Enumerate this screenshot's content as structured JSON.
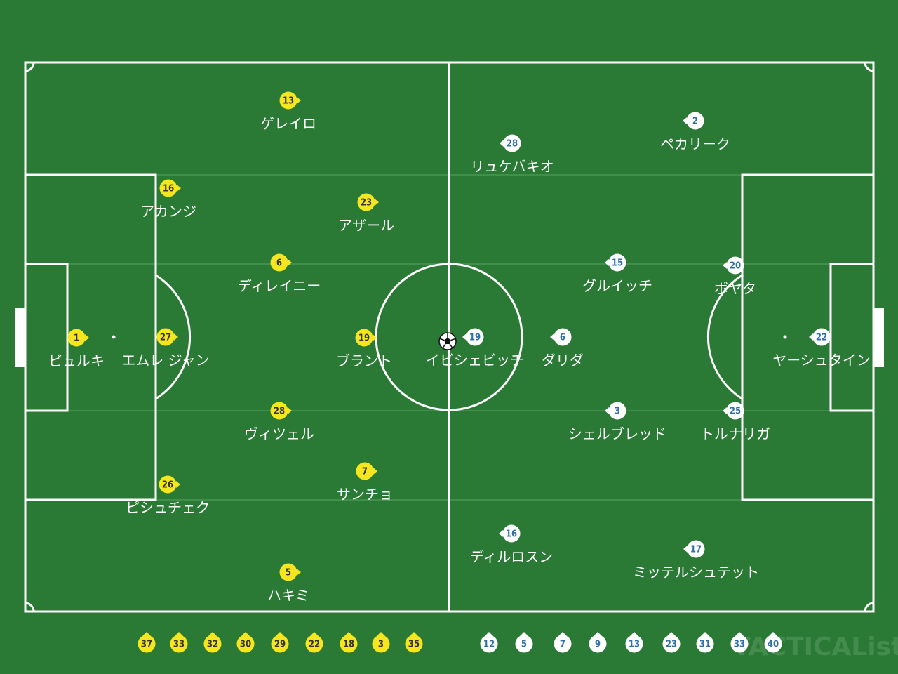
{
  "colors": {
    "pitch": "#2a7a36",
    "lines": "#ffffff",
    "home": "#f5e61e",
    "away": "#ffffff",
    "away_number": "#2f6fa8"
  },
  "home_team": {
    "color": "yellow",
    "facing": "right",
    "players": [
      {
        "number": "13",
        "name": "ゲレイロ"
      },
      {
        "number": "16",
        "name": "アカンジ"
      },
      {
        "number": "23",
        "name": "アザール"
      },
      {
        "number": "6",
        "name": "ディレイニー"
      },
      {
        "number": "1",
        "name": "ビュルキ"
      },
      {
        "number": "27",
        "name": "エムレ ジャン"
      },
      {
        "number": "19",
        "name": "ブラント"
      },
      {
        "number": "28",
        "name": "ヴィツェル"
      },
      {
        "number": "7",
        "name": "サンチョ"
      },
      {
        "number": "26",
        "name": "ピシュチェク"
      },
      {
        "number": "5",
        "name": "ハキミ"
      }
    ],
    "substitutes": [
      "37",
      "33",
      "32",
      "30",
      "29",
      "22",
      "18",
      "3",
      "35"
    ]
  },
  "away_team": {
    "color": "white",
    "facing": "left",
    "players": [
      {
        "number": "2",
        "name": "ペカリーク"
      },
      {
        "number": "28",
        "name": "リュケバキオ"
      },
      {
        "number": "15",
        "name": "グルイッチ"
      },
      {
        "number": "20",
        "name": "ボヤタ"
      },
      {
        "number": "19",
        "name": "イビシェビッチ"
      },
      {
        "number": "6",
        "name": "ダリダ"
      },
      {
        "number": "22",
        "name": "ヤーシュタイン"
      },
      {
        "number": "3",
        "name": "シェルブレッド"
      },
      {
        "number": "25",
        "name": "トルナリガ"
      },
      {
        "number": "16",
        "name": "ディルロスン"
      },
      {
        "number": "17",
        "name": "ミッテルシュテット"
      }
    ],
    "substitutes": [
      "12",
      "5",
      "7",
      "9",
      "13",
      "23",
      "31",
      "33",
      "40"
    ]
  },
  "ball_icon": "soccer-ball-icon",
  "watermark": "TACTICALista"
}
